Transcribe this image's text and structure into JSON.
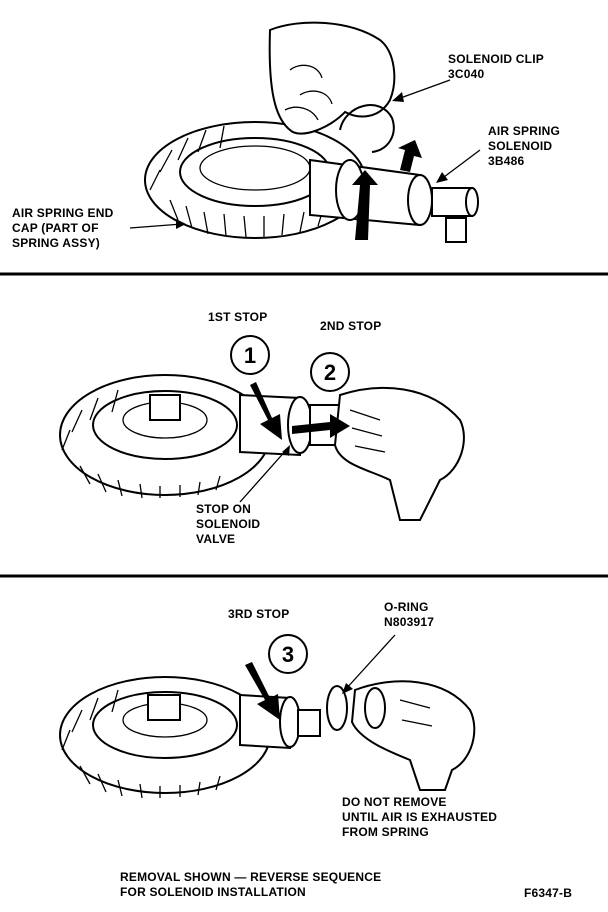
{
  "panel1": {
    "clip_label": [
      "SOLENOID CLIP",
      "3C040"
    ],
    "solenoid_label": [
      "AIR SPRING",
      "SOLENOID",
      "3B486"
    ],
    "endcap_label": [
      "AIR SPRING END",
      "CAP (PART OF",
      "SPRING ASSY)"
    ]
  },
  "panel2": {
    "stop1": "1ST STOP",
    "stop2": "2ND STOP",
    "num1": "1",
    "num2": "2",
    "valve_label": [
      "STOP ON",
      "SOLENOID",
      "VALVE"
    ]
  },
  "panel3": {
    "stop3": "3RD STOP",
    "num3": "3",
    "oring_label": [
      "O-RING",
      "N803917"
    ],
    "warning": [
      "DO NOT REMOVE",
      "UNTIL AIR IS EXHAUSTED",
      "FROM SPRING"
    ]
  },
  "footer": {
    "note": [
      "REMOVAL SHOWN — REVERSE SEQUENCE",
      "FOR SOLENOID INSTALLATION"
    ],
    "figure_id": "F6347-B"
  }
}
